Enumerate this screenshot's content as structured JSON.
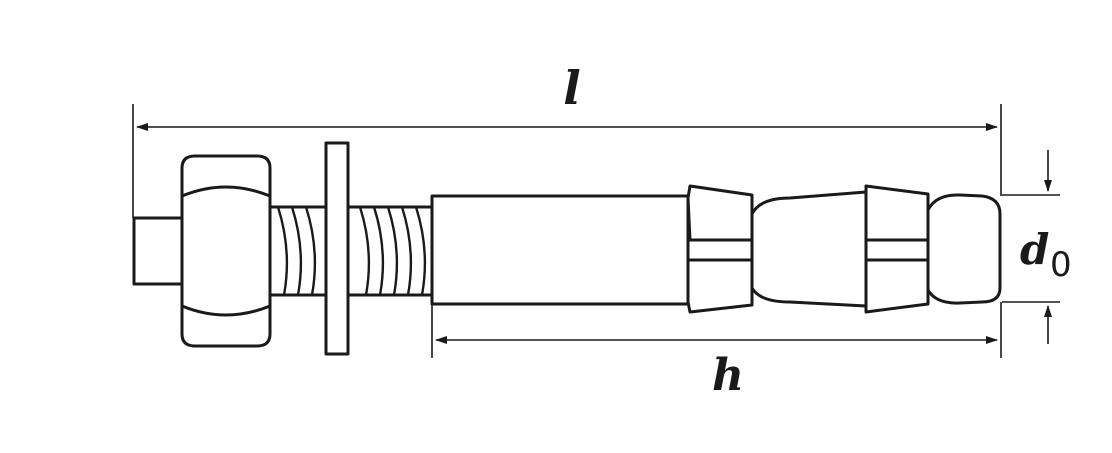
{
  "dimensions": {
    "length_label": "l",
    "embed_label": "h",
    "diameter_label": "d",
    "diameter_subscript": "0"
  },
  "colors": {
    "stroke": "#1a1a1a",
    "background": "#ffffff"
  }
}
